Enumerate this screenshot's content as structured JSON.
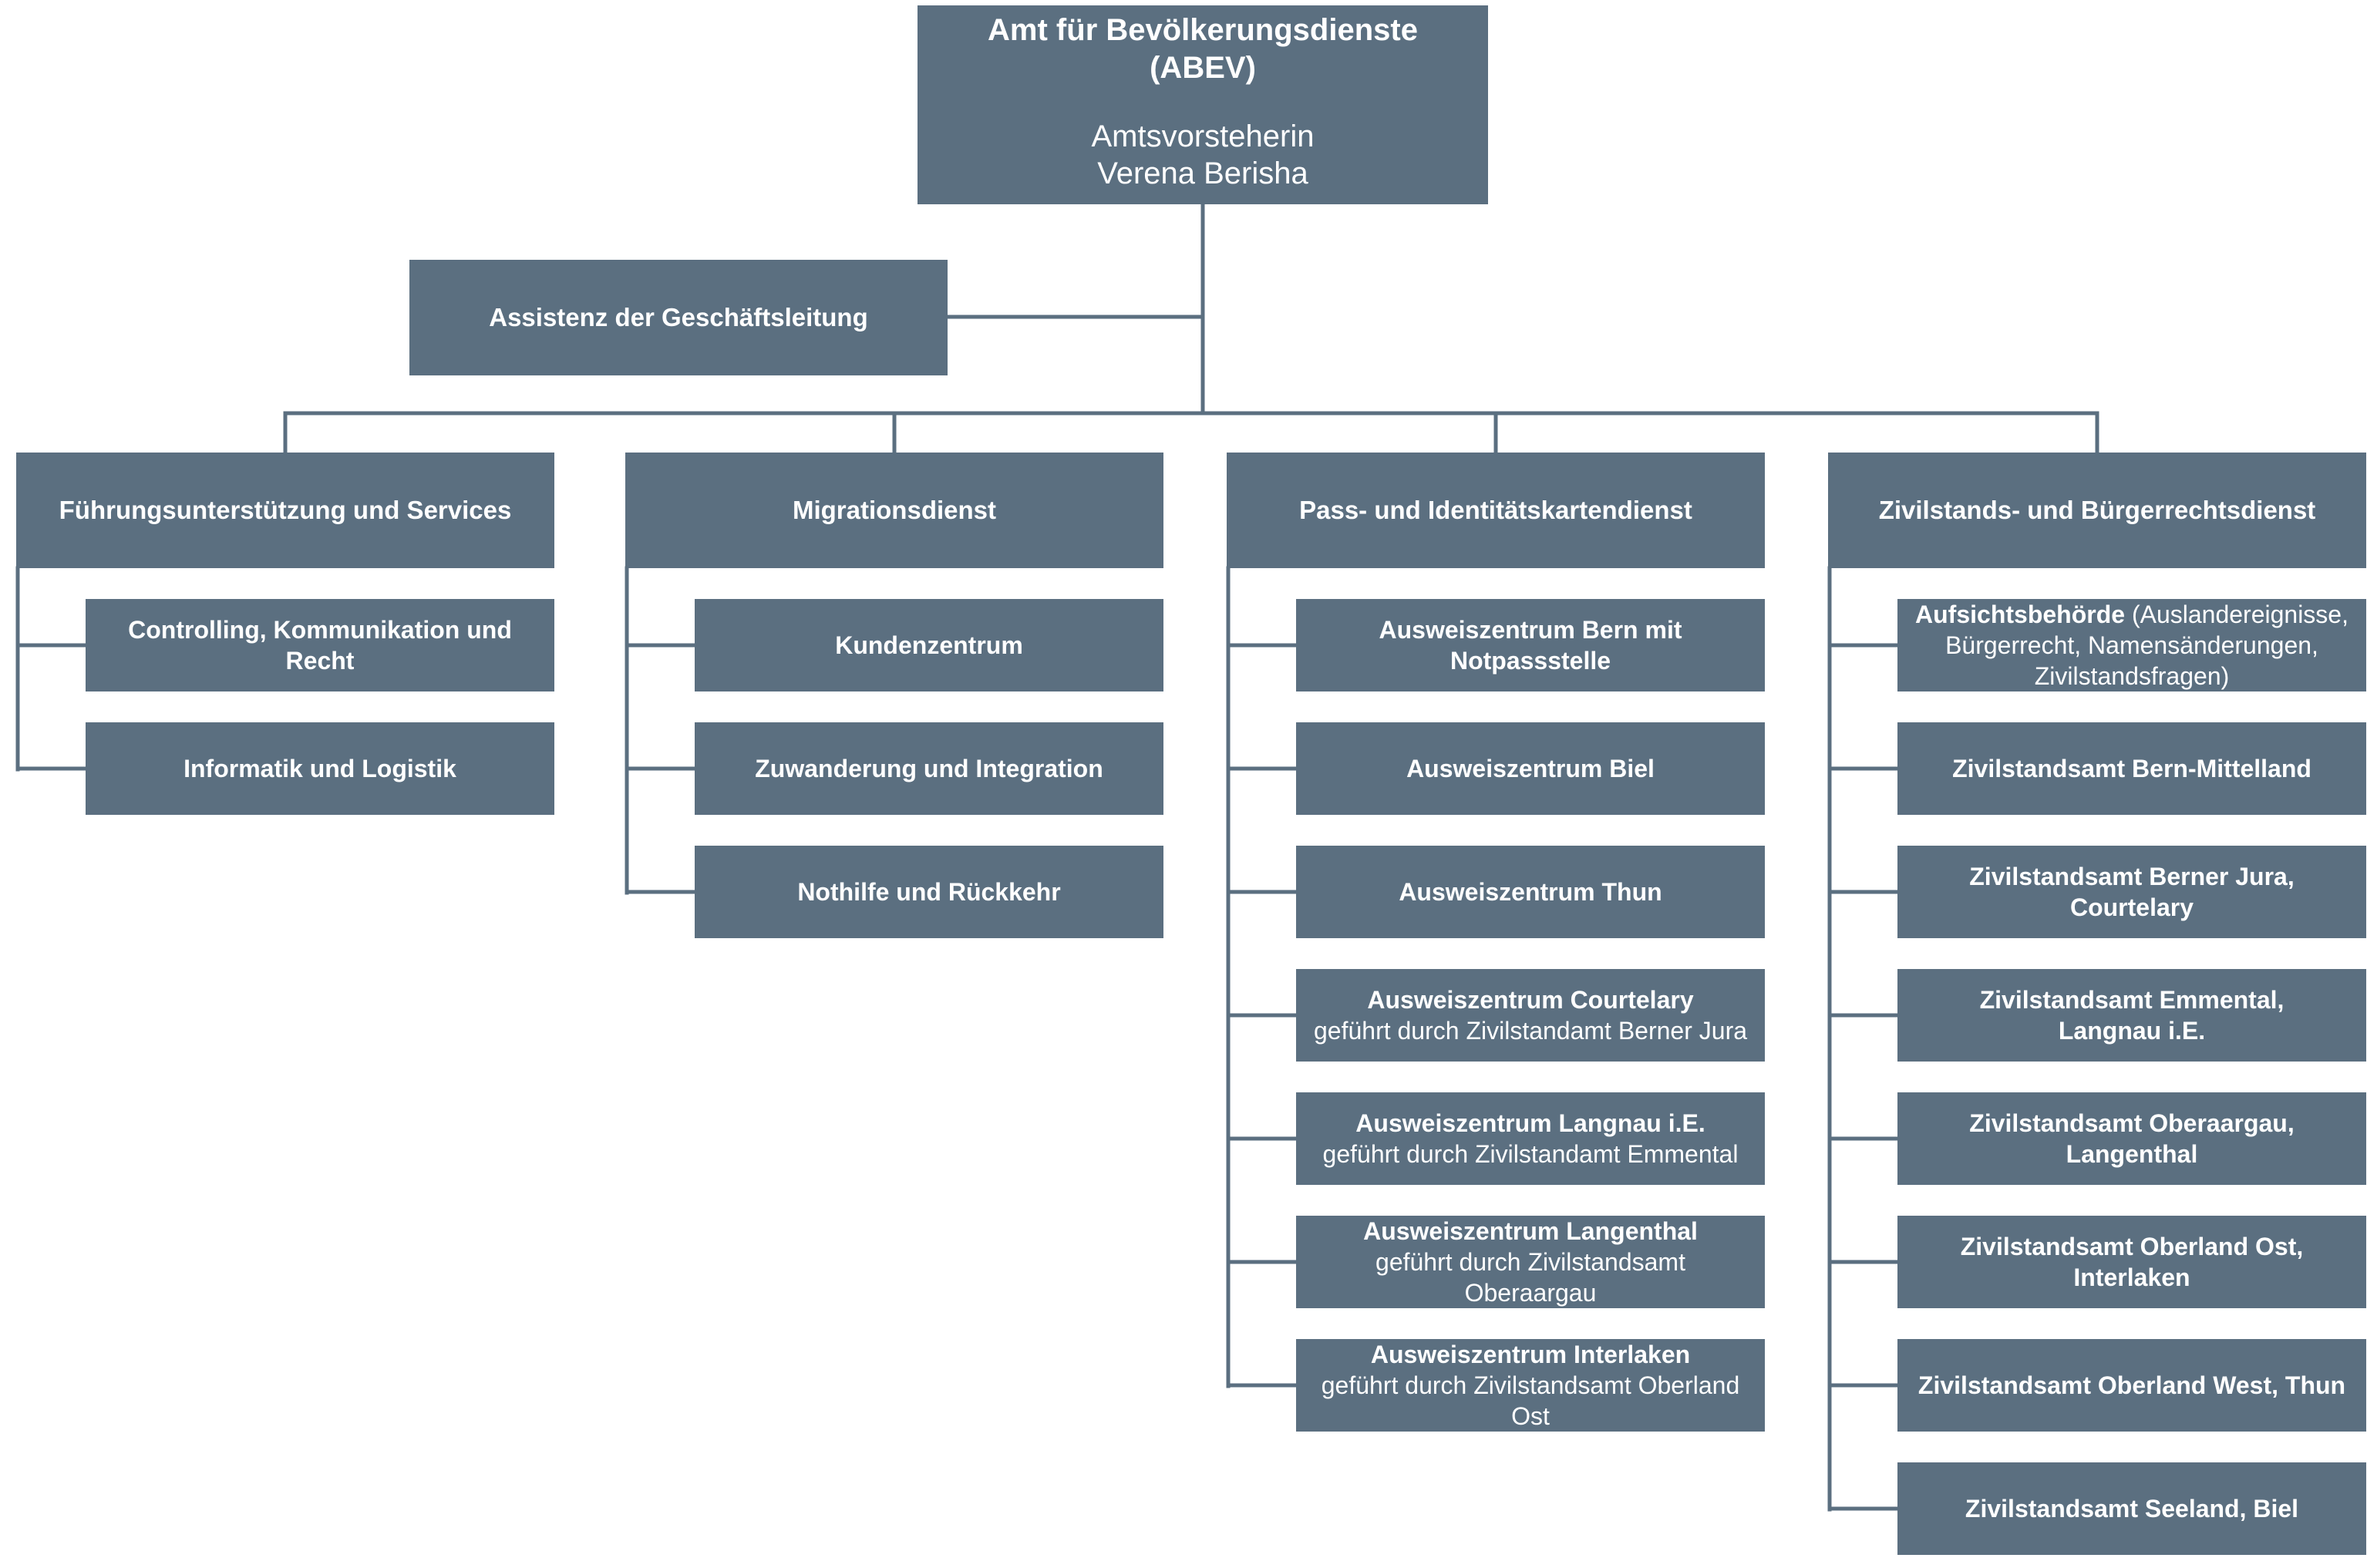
{
  "root": {
    "title_line1": "Amt für Bevölkerungsdienste",
    "title_line2": "(ABEV)",
    "role": "Amtsvorsteherin",
    "name": "Verena Berisha"
  },
  "assistant": {
    "label": "Assistenz der Geschäftsleitung"
  },
  "departments": [
    {
      "label": "Führungsunterstützung und Services",
      "units": [
        {
          "bold_line1": "Controlling, Kommunikation und",
          "bold_line2": "Recht"
        },
        {
          "bold_line1": "Informatik und Logistik"
        }
      ]
    },
    {
      "label": "Migrationsdienst",
      "units": [
        {
          "bold_line1": "Kundenzentrum"
        },
        {
          "bold_line1": "Zuwanderung und Integration"
        },
        {
          "bold_line1": "Nothilfe und Rückkehr"
        }
      ]
    },
    {
      "label": "Pass- und Identitätskartendienst",
      "units": [
        {
          "bold_line1": "Ausweiszentrum Bern mit",
          "bold_line2": "Notpassstelle"
        },
        {
          "bold_line1": "Ausweiszentrum Biel"
        },
        {
          "bold_line1": "Ausweiszentrum Thun"
        },
        {
          "bold_line1": "Ausweiszentrum Courtelary",
          "note_line1": "geführt durch Zivilstandamt Berner Jura"
        },
        {
          "bold_line1": "Ausweiszentrum Langnau i.E.",
          "note_line1": "geführt durch Zivilstandamt Emmental"
        },
        {
          "bold_line1": "Ausweiszentrum Langenthal",
          "note_line1": "geführt durch Zivilstandsamt",
          "note_line2": "Oberaargau"
        },
        {
          "bold_line1": "Ausweiszentrum Interlaken",
          "note_line1": "geführt durch Zivilstandsamt Oberland",
          "note_line2": "Ost"
        }
      ]
    },
    {
      "label": "Zivilstands- und Bürgerrechtsdienst",
      "units": [
        {
          "bold_prefix": "Aufsichtsbehörde",
          "note_suffix": " (Auslandereignisse,",
          "note_line2": "Bürgerrecht, Namensänderungen,",
          "note_line3": "Zivilstandsfragen)"
        },
        {
          "bold_line1": "Zivilstandsamt Bern-Mittelland"
        },
        {
          "bold_line1": "Zivilstandsamt Berner Jura,",
          "bold_line2": "Courtelary"
        },
        {
          "bold_line1": "Zivilstandsamt Emmental,",
          "bold_line2": "Langnau i.E."
        },
        {
          "bold_line1": "Zivilstandsamt Oberaargau,",
          "bold_line2": "Langenthal"
        },
        {
          "bold_line1": "Zivilstandsamt Oberland Ost,",
          "bold_line2": "Interlaken"
        },
        {
          "bold_line1": "Zivilstandsamt Oberland West, Thun"
        },
        {
          "bold_line1": "Zivilstandsamt Seeland, Biel"
        }
      ]
    }
  ],
  "colors": {
    "box_fill": "#5b6f80",
    "box_text": "#ffffff",
    "connector": "#5b6f80"
  }
}
